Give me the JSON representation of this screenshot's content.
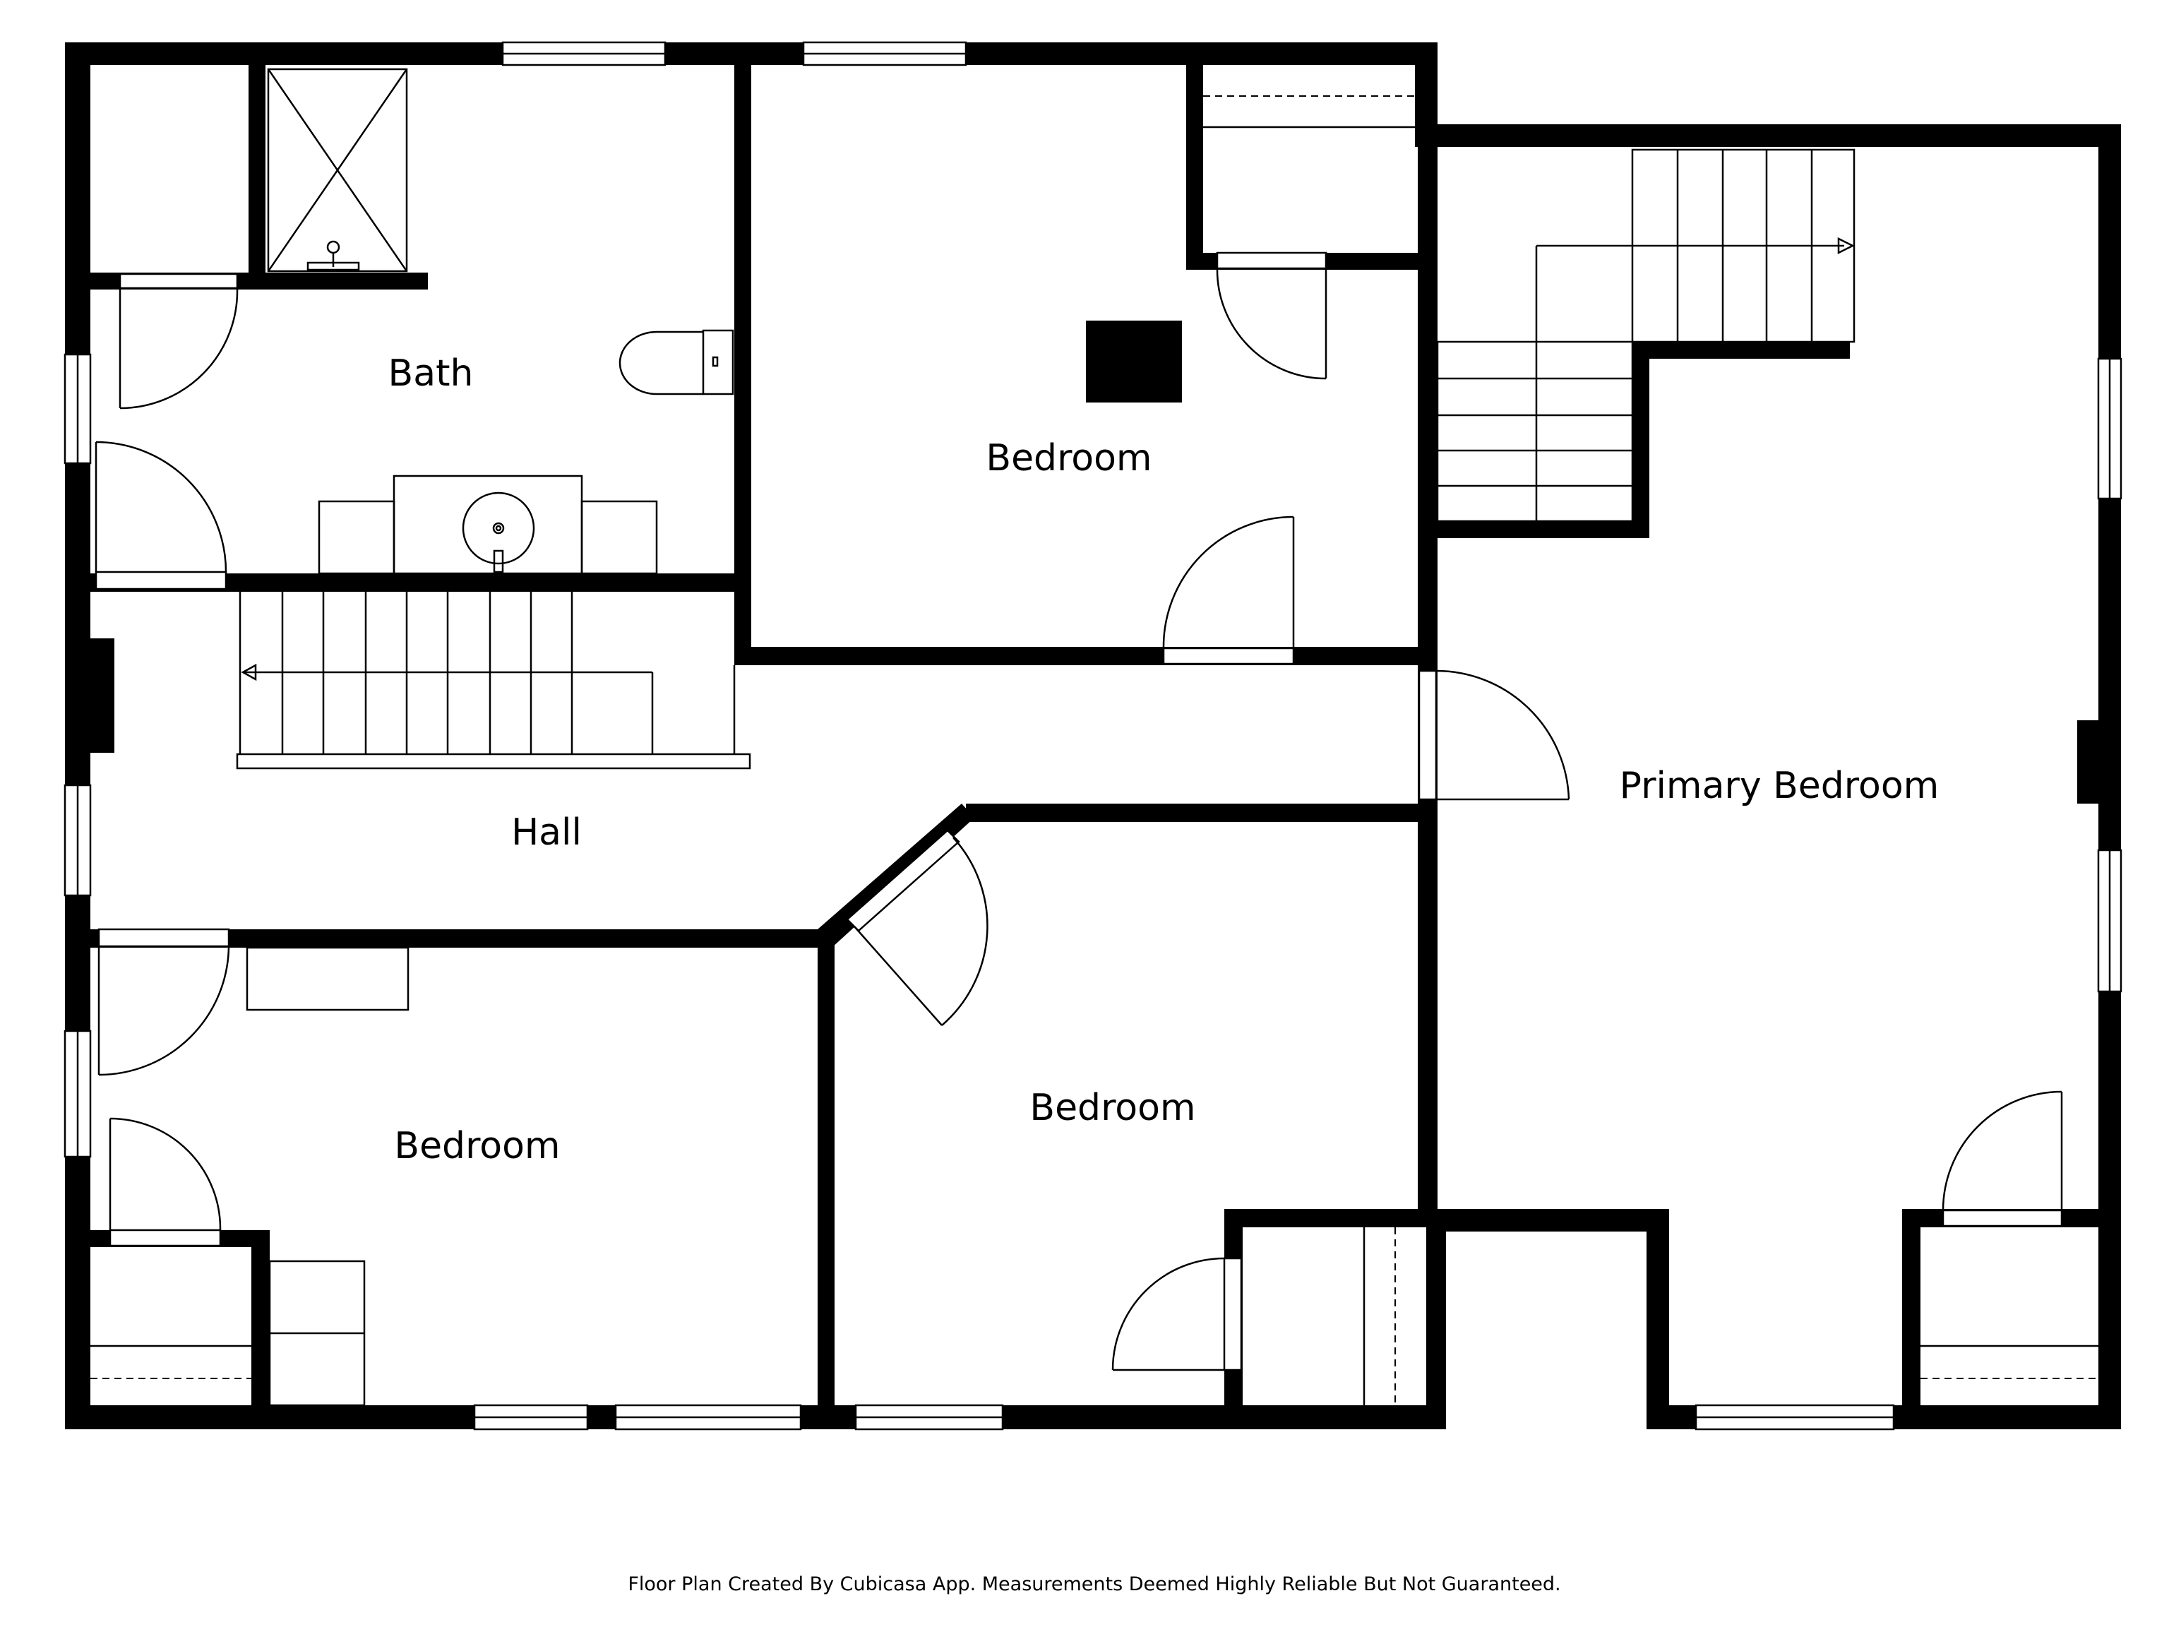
{
  "rooms": {
    "bath": "Bath",
    "bedroom_top": "Bedroom",
    "hall": "Hall",
    "primary_bedroom": "Primary Bedroom",
    "bedroom_middle": "Bedroom",
    "bedroom_bottom_left": "Bedroom"
  },
  "footer": {
    "credit": "Floor Plan Created By Cubicasa App. Measurements Deemed Highly Reliable But Not Guaranteed."
  },
  "colors": {
    "wall": "#000000",
    "background": "#ffffff"
  }
}
